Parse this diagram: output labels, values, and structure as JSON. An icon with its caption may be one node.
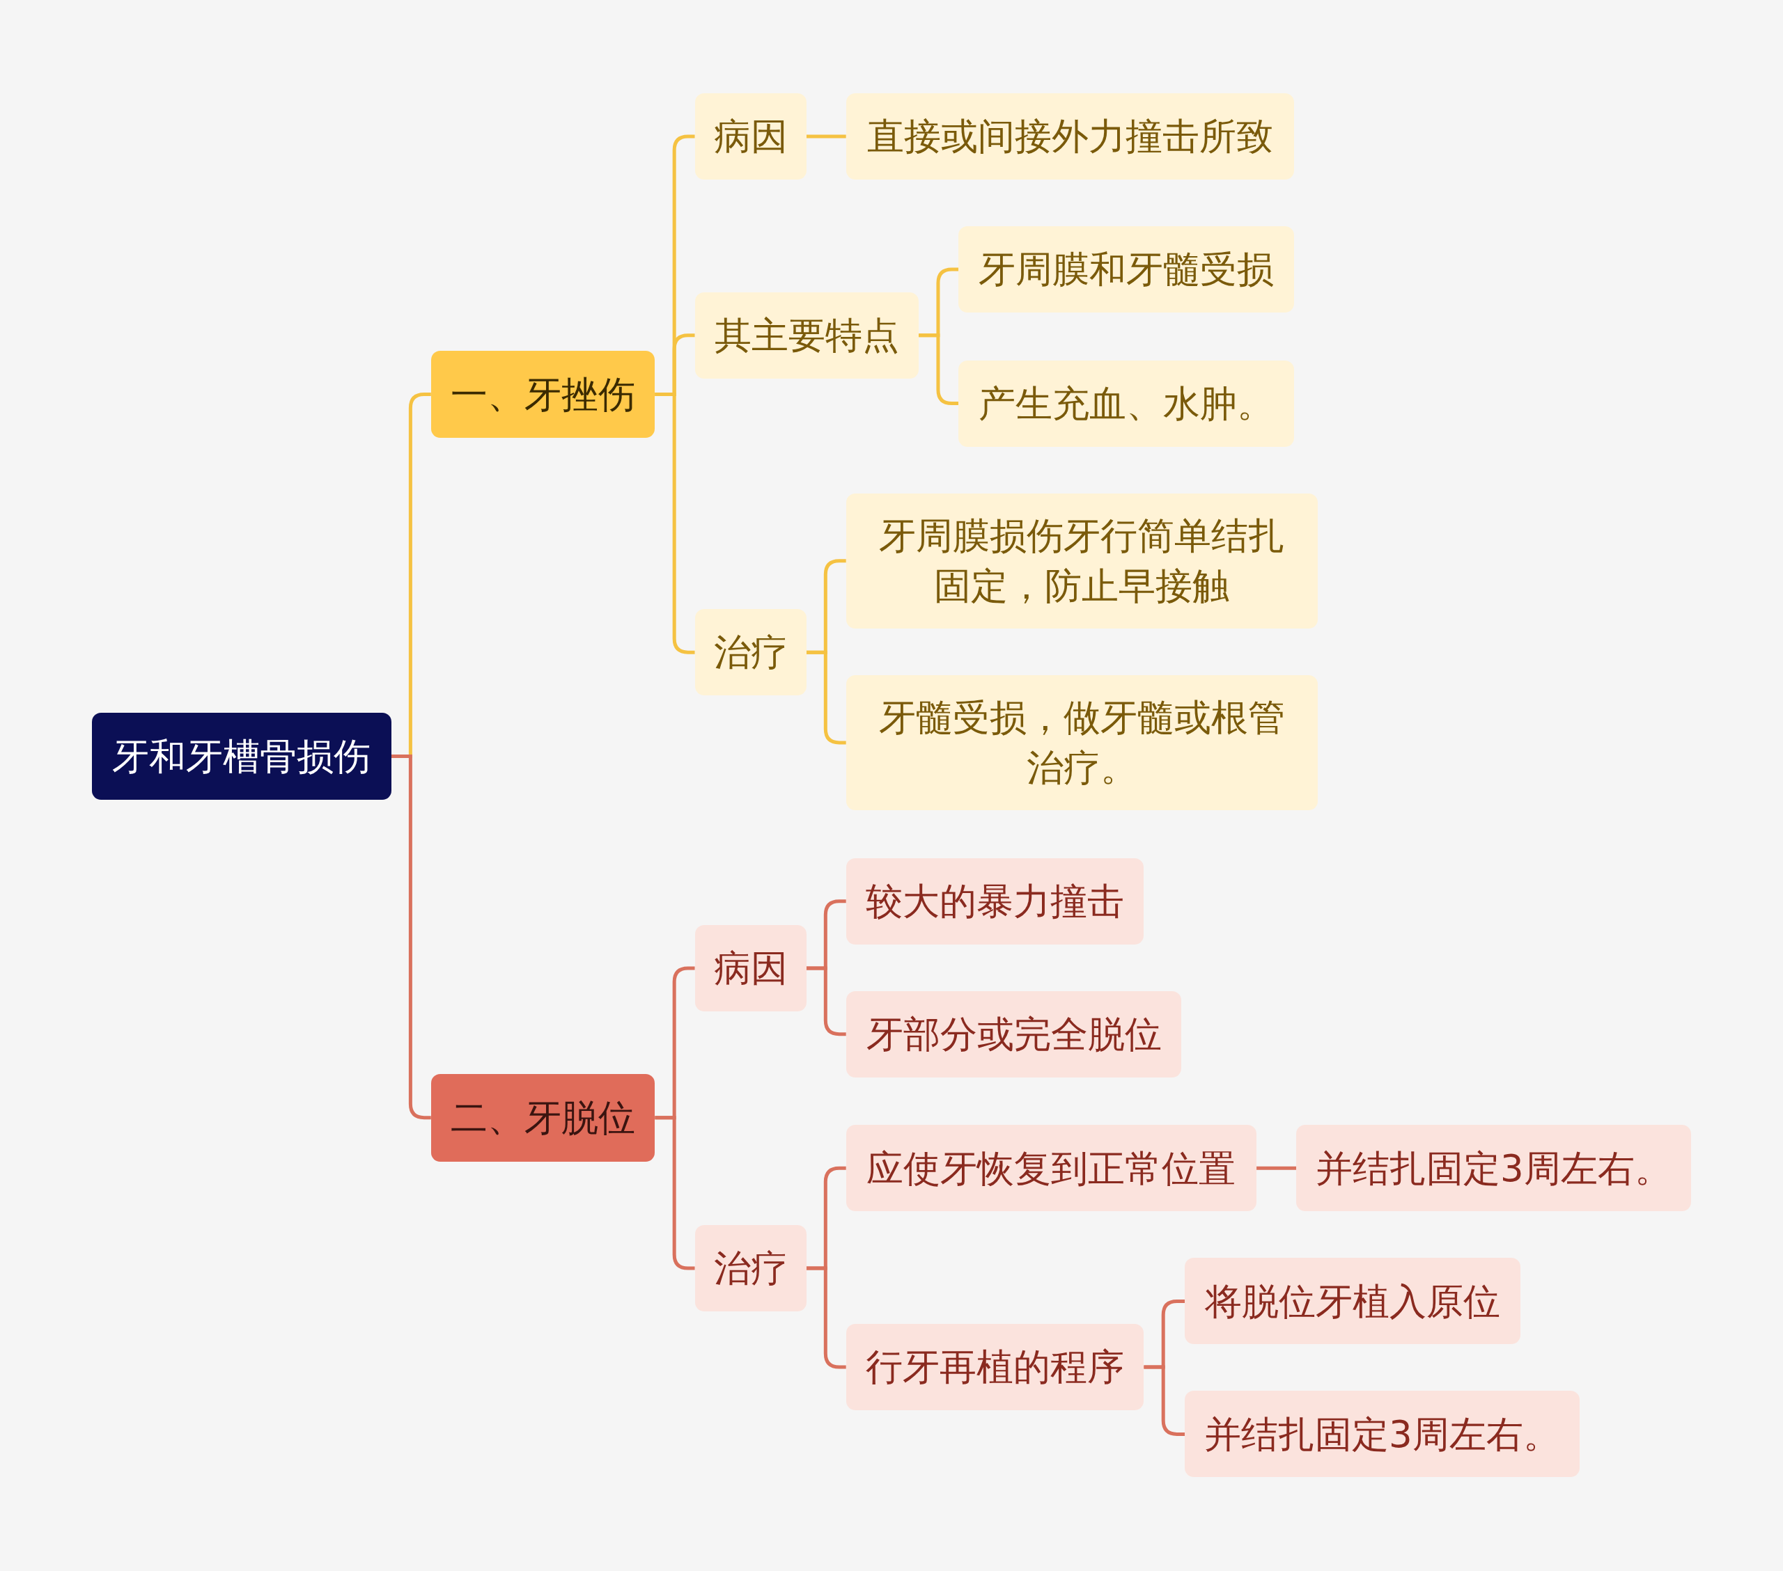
{
  "diagram": {
    "nodes": [
      {
        "text": [
          "牙和牙槽骨损伤"
        ]
      },
      {
        "text": [
          "一、牙挫伤"
        ]
      },
      {
        "text": [
          "病因"
        ]
      },
      {
        "text": [
          "直接或间接外力撞击所致"
        ]
      },
      {
        "text": [
          "其主要特点"
        ]
      },
      {
        "text": [
          "牙周膜和牙髓受损"
        ]
      },
      {
        "text": [
          "产生充血、水肿。"
        ]
      },
      {
        "text": [
          "治疗"
        ]
      },
      {
        "text": [
          "牙周膜损伤牙行简单结扎固定，防止早接触"
        ]
      },
      {
        "text": [
          "牙髓受损，做牙髓或根管治疗。"
        ]
      },
      {
        "text": [
          "二、牙脱位"
        ]
      },
      {
        "text": [
          "病因"
        ]
      },
      {
        "text": [
          "较大的暴力撞击"
        ]
      },
      {
        "text": [
          "牙部分或完全脱位"
        ]
      },
      {
        "text": [
          "治疗"
        ]
      },
      {
        "text": [
          "应使牙恢复到正常位置"
        ]
      },
      {
        "text": [
          "并结扎固定3周左右。"
        ]
      },
      {
        "text": [
          "行牙再植的程序"
        ]
      },
      {
        "text": [
          "将脱位牙植入原位"
        ]
      },
      {
        "text": [
          "并结扎固定3周左右。"
        ]
      }
    ],
    "edges": [
      {
        "from": 0,
        "to": 1,
        "arrow": "none",
        "color": "#f5c242"
      },
      {
        "from": 0,
        "to": 10,
        "arrow": "none",
        "color": "#d9715d"
      },
      {
        "from": 1,
        "to": 2,
        "arrow": "none",
        "color": "#f5c242"
      },
      {
        "from": 1,
        "to": 4,
        "arrow": "none",
        "color": "#f5c242"
      },
      {
        "from": 1,
        "to": 7,
        "arrow": "none",
        "color": "#f5c242"
      },
      {
        "from": 2,
        "to": 3,
        "arrow": "none",
        "color": "#f5c242"
      },
      {
        "from": 4,
        "to": 5,
        "arrow": "none",
        "color": "#f5c242"
      },
      {
        "from": 4,
        "to": 6,
        "arrow": "none",
        "color": "#f5c242"
      },
      {
        "from": 7,
        "to": 8,
        "arrow": "none",
        "color": "#f5c242"
      },
      {
        "from": 7,
        "to": 9,
        "arrow": "none",
        "color": "#f5c242"
      },
      {
        "from": 10,
        "to": 11,
        "arrow": "none",
        "color": "#d9715d"
      },
      {
        "from": 10,
        "to": 14,
        "arrow": "none",
        "color": "#d9715d"
      },
      {
        "from": 11,
        "to": 12,
        "arrow": "none",
        "color": "#d9715d"
      },
      {
        "from": 11,
        "to": 13,
        "arrow": "none",
        "color": "#d9715d"
      },
      {
        "from": 14,
        "to": 15,
        "arrow": "none",
        "color": "#d9715d"
      },
      {
        "from": 14,
        "to": 17,
        "arrow": "none",
        "color": "#d9715d"
      },
      {
        "from": 15,
        "to": 16,
        "arrow": "none",
        "color": "#d9715d"
      },
      {
        "from": 17,
        "to": 18,
        "arrow": "none",
        "color": "#d9715d"
      },
      {
        "from": 17,
        "to": 19,
        "arrow": "none",
        "color": "#d9715d"
      }
    ]
  }
}
